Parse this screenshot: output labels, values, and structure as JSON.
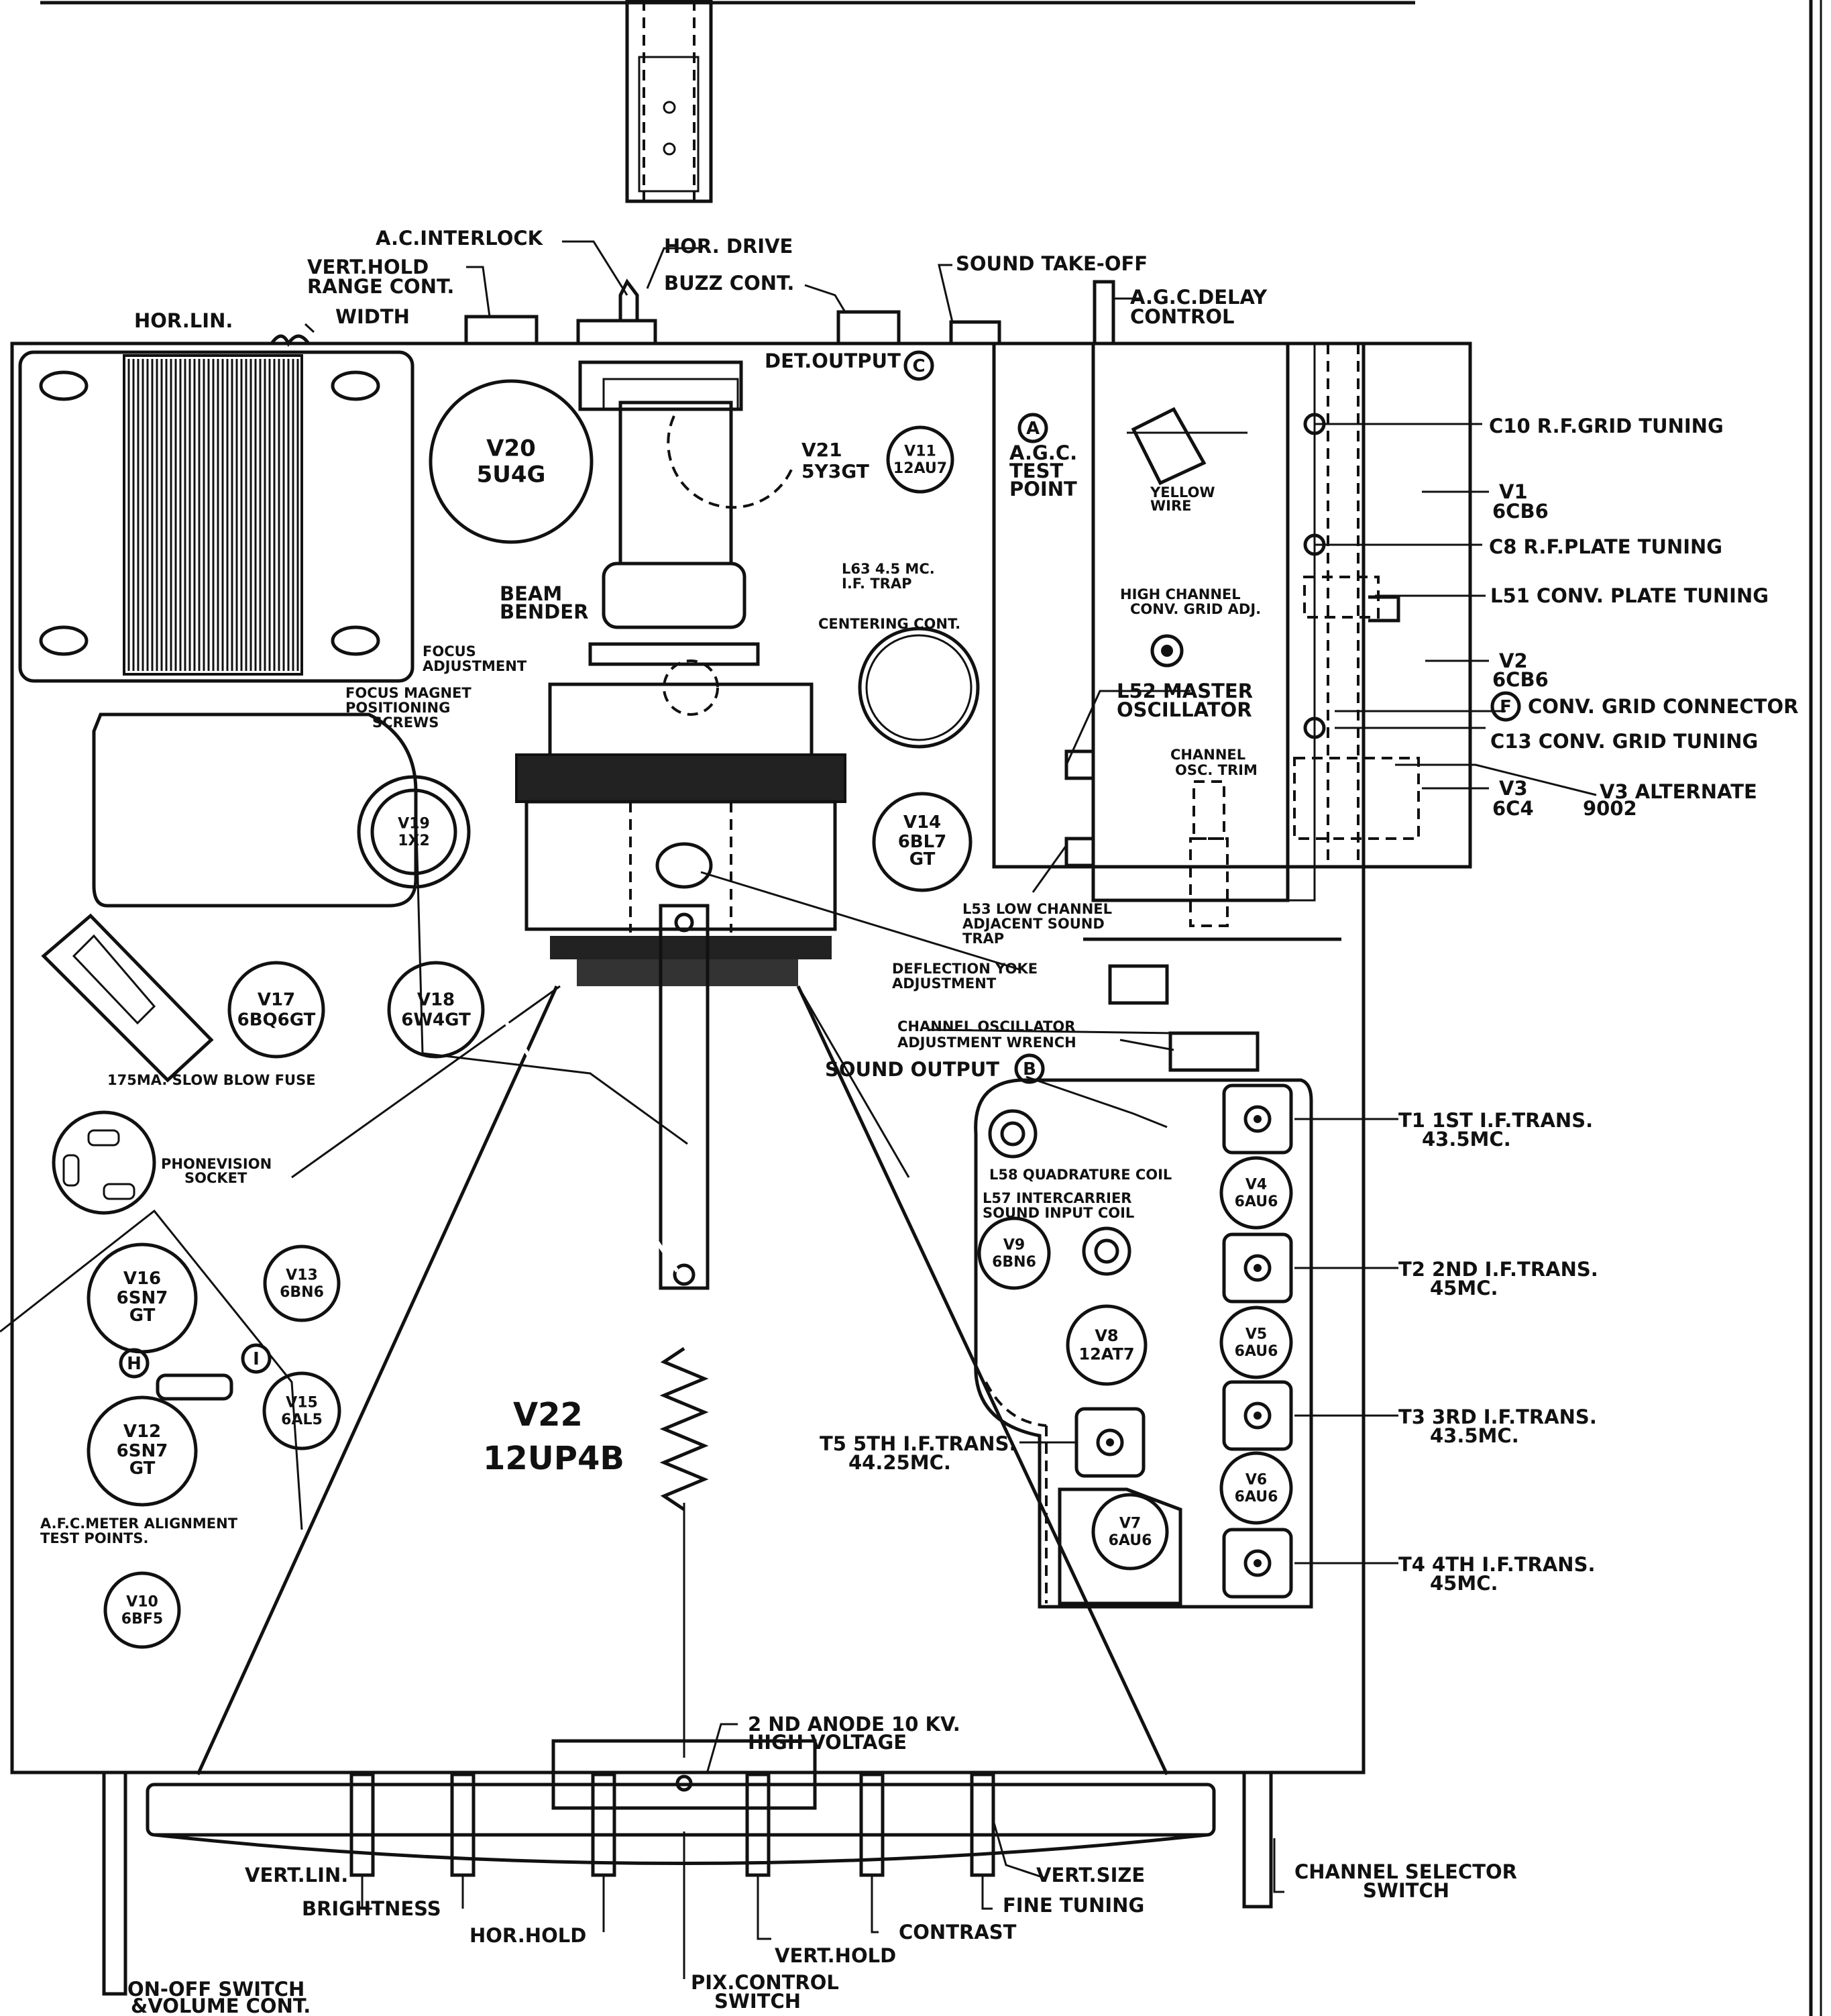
{
  "tubes": [
    {
      "id": "v20",
      "name": "V20",
      "type": "5U4G"
    },
    {
      "id": "v11",
      "name": "V11",
      "type": "12AU7"
    },
    {
      "id": "v21",
      "name": "V21",
      "type": "5Y3GT"
    },
    {
      "id": "v19",
      "name": "V19",
      "type": "1X2"
    },
    {
      "id": "v14",
      "name": "V14",
      "type": "6BL7",
      "type2": "GT"
    },
    {
      "id": "v17",
      "name": "V17",
      "type": "6BQ6GT"
    },
    {
      "id": "v18",
      "name": "V18",
      "type": "6W4GT"
    },
    {
      "id": "v16",
      "name": "V16",
      "type": "6SN7",
      "type2": "GT"
    },
    {
      "id": "v13",
      "name": "V13",
      "type": "6BN6"
    },
    {
      "id": "v15",
      "name": "V15",
      "type": "6AL5"
    },
    {
      "id": "v12",
      "name": "V12",
      "type": "6SN7",
      "type2": "GT"
    },
    {
      "id": "v10",
      "name": "V10",
      "type": "6BF5"
    },
    {
      "id": "v4",
      "name": "V4",
      "type": "6AU6"
    },
    {
      "id": "v9",
      "name": "V9",
      "type": "6BN6"
    },
    {
      "id": "v5",
      "name": "V5",
      "type": "6AU6"
    },
    {
      "id": "v8",
      "name": "V8",
      "type": "12AT7"
    },
    {
      "id": "v6",
      "name": "V6",
      "type": "6AU6"
    },
    {
      "id": "v7",
      "name": "V7",
      "type": "6AU6"
    }
  ],
  "picture_tube": {
    "name": "V22",
    "type": "12UP4B"
  },
  "test_points": [
    "A",
    "B",
    "C",
    "F",
    "H",
    "I"
  ],
  "labels": {
    "ac_interlock": "A.C.INTERLOCK",
    "hor_drive": "HOR. DRIVE",
    "vert_hold_range_1": "VERT.HOLD",
    "vert_hold_range_2": "RANGE CONT.",
    "buzz_cont": "BUZZ CONT.",
    "sound_takeoff": "SOUND TAKE-OFF",
    "agc_delay_1": "A.G.C.DELAY",
    "agc_delay_2": "CONTROL",
    "hor_lin": "HOR.LIN.",
    "width": "WIDTH",
    "det_output": "DET.OUTPUT",
    "agc_test_1": "A.G.C.",
    "agc_test_2": "TEST",
    "agc_test_3": "POINT",
    "yellow_wire_1": "YELLOW",
    "yellow_wire_2": "WIRE",
    "c10": "C10 R.F.GRID TUNING",
    "v1_name": "V1",
    "v1_type": "6CB6",
    "c8": "C8 R.F.PLATE TUNING",
    "l51": "L51 CONV. PLATE TUNING",
    "v2_name": "V2",
    "v2_type": "6CB6",
    "conv_grid_connector": "CONV. GRID CONNECTOR",
    "c13": "C13 CONV. GRID TUNING",
    "v3_name": "V3",
    "v3_type": "6C4",
    "v3_alt": "V3 ALTERNATE",
    "v3_alt_type": "9002",
    "high_channel_1": "HIGH CHANNEL",
    "high_channel_2": "CONV. GRID ADJ.",
    "l52_1": "L52 MASTER",
    "l52_2": "OSCILLATOR",
    "channel_osc_trim_1": "CHANNEL",
    "channel_osc_trim_2": "OSC. TRIM",
    "l63_1": "L63 4.5 MC.",
    "l63_2": "I.F. TRAP",
    "centering": "CENTERING CONT.",
    "beam_bender_1": "BEAM",
    "beam_bender_2": "BENDER",
    "focus_adj_1": "FOCUS",
    "focus_adj_2": "ADJUSTMENT",
    "focus_magnet_1": "FOCUS MAGNET",
    "focus_magnet_2": "POSITIONING",
    "focus_magnet_3": "SCREWS",
    "l53_1": "L53 LOW CHANNEL",
    "l53_2": "ADJACENT SOUND",
    "l53_3": "TRAP",
    "deflection_1": "DEFLECTION YOKE",
    "deflection_2": "ADJUSTMENT",
    "channel_osc_wrench_1": "CHANNEL OSCILLATOR",
    "channel_osc_wrench_2": "ADJUSTMENT WRENCH",
    "sound_output": "SOUND OUTPUT",
    "fuse": "175MA. SLOW BLOW FUSE",
    "phonevision_1": "PHONEVISION",
    "phonevision_2": "SOCKET",
    "l58": "L58 QUADRATURE COIL",
    "l57_1": "L57 INTERCARRIER",
    "l57_2": "SOUND INPUT COIL",
    "t1_1": "T1 1ST I.F.TRANS.",
    "t1_2": "43.5MC.",
    "t2_1": "T2 2ND I.F.TRANS.",
    "t2_2": "45MC.",
    "t3_1": "T3 3RD I.F.TRANS.",
    "t3_2": "43.5MC.",
    "t4_1": "T4 4TH I.F.TRANS.",
    "t4_2": "45MC.",
    "t5_1": "T5 5TH I.F.TRANS.",
    "t5_2": "44.25MC.",
    "afc_1": "A.F.C.METER ALIGNMENT",
    "afc_2": "TEST POINTS.",
    "anode_1": "2 ND ANODE 10 KV.",
    "anode_2": "HIGH VOLTAGE",
    "vert_lin": "VERT.LIN.",
    "brightness": "BRIGHTNESS",
    "hor_hold": "HOR.HOLD",
    "pix_control_1": "PIX.CONTROL",
    "pix_control_2": "SWITCH",
    "vert_hold": "VERT.HOLD",
    "contrast": "CONTRAST",
    "fine_tuning": "FINE TUNING",
    "vert_size": "VERT.SIZE",
    "channel_selector_1": "CHANNEL SELECTOR",
    "channel_selector_2": "SWITCH",
    "on_off_1": "ON-OFF SWITCH",
    "on_off_2": "&VOLUME CONT."
  },
  "colors": {
    "ink": "#111111",
    "paper": "#ffffff",
    "fill": "#222222"
  }
}
